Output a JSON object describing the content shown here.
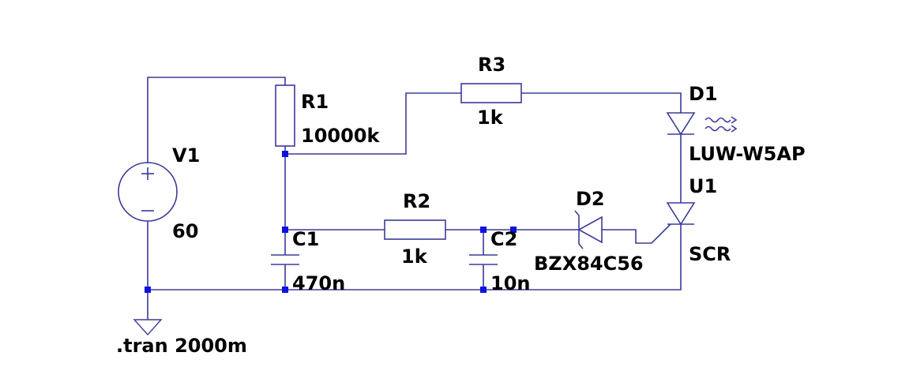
{
  "colors": {
    "wire": "#3b3b9a",
    "node": "#1010e0",
    "text": "#000000",
    "background": "#ffffff"
  },
  "components": {
    "v1": {
      "name": "V1",
      "value": "60"
    },
    "r1": {
      "name": "R1",
      "value": "10000k"
    },
    "r2": {
      "name": "R2",
      "value": "1k"
    },
    "r3": {
      "name": "R3",
      "value": "1k"
    },
    "c1": {
      "name": "C1",
      "value": "470n"
    },
    "c2": {
      "name": "C2",
      "value": "10n"
    },
    "d1": {
      "name": "D1",
      "value": "LUW-W5AP"
    },
    "d2": {
      "name": "D2",
      "value": "BZX84C56"
    },
    "u1": {
      "name": "U1",
      "value": "SCR"
    }
  },
  "directive": ".tran 2000m"
}
